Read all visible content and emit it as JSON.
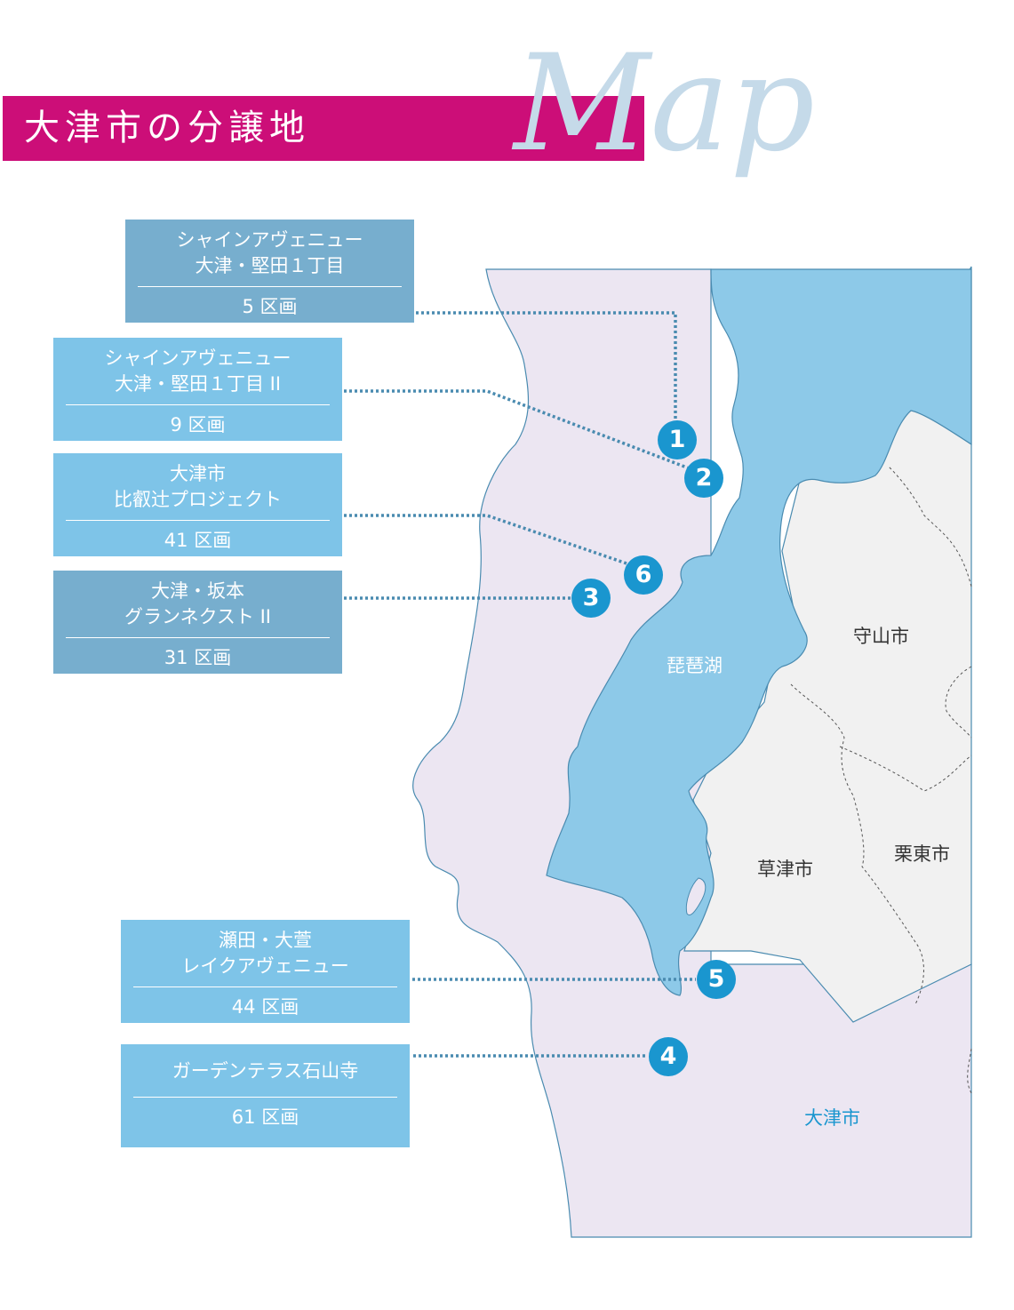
{
  "header": {
    "title": "大津市の分譲地",
    "script_title": "Map"
  },
  "colors": {
    "banner": "#cc0e78",
    "card_dark": "#77aece",
    "card_light": "#7ec4e8",
    "marker": "#1a96cf",
    "lake": "#8dc9e8",
    "land_otsu": "#ece6f2",
    "land_other": "#f1f1f1",
    "leader": "#4a8bb0"
  },
  "developments": [
    {
      "name": "シャインアヴェニュー\n大津・堅田１丁目",
      "plots": "5 区画",
      "marker": "1"
    },
    {
      "name": "シャインアヴェニュー\n大津・堅田１丁目 II",
      "plots": "9 区画",
      "marker": "2"
    },
    {
      "name": "大津市\n比叡辻プロジェクト",
      "plots": "41 区画",
      "marker": "6"
    },
    {
      "name": "大津・坂本\nグランネクスト II",
      "plots": "31 区画",
      "marker": "3"
    },
    {
      "name": "瀬田・大萱\nレイクアヴェニュー",
      "plots": "44 区画",
      "marker": "5"
    },
    {
      "name": "ガーデンテラス石山寺",
      "plots": "61 区画",
      "marker": "4"
    }
  ],
  "place_labels": {
    "lake": "琵琶湖",
    "moriyama": "守山市",
    "kusatsu": "草津市",
    "ritto": "栗東市",
    "otsu": "大津市"
  }
}
